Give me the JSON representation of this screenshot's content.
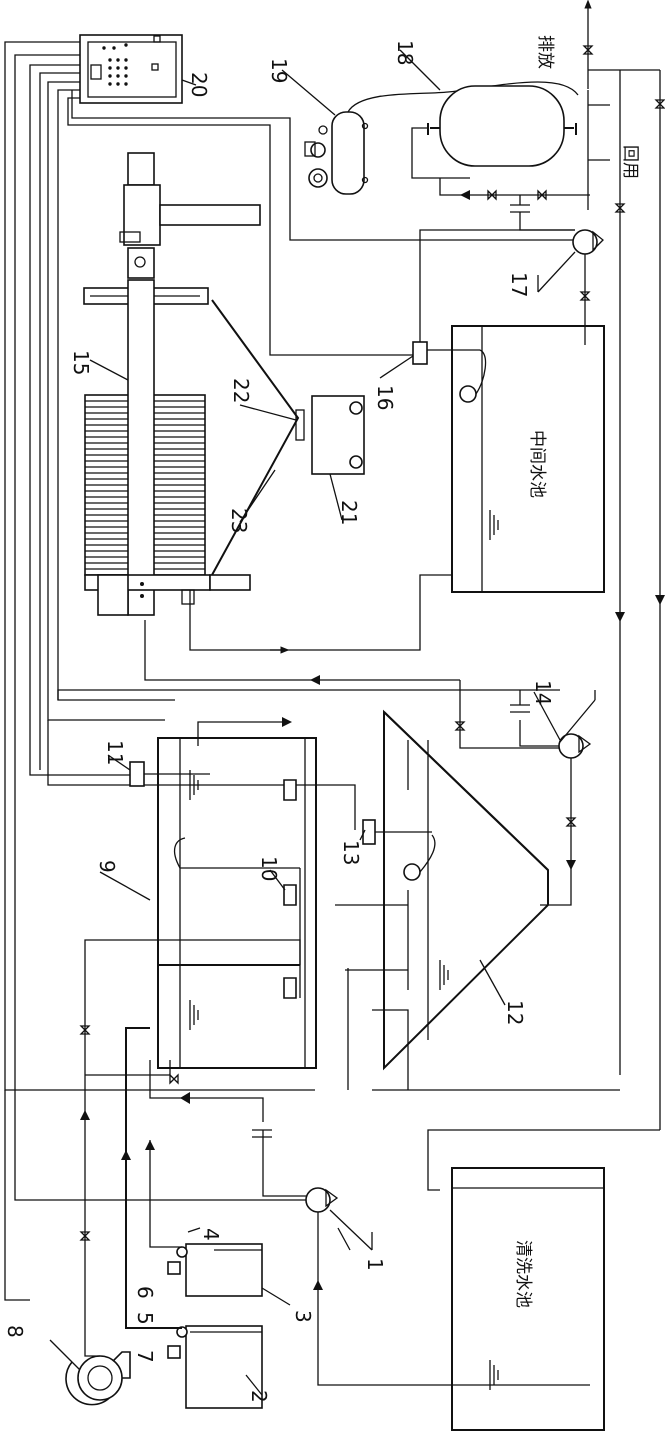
{
  "labels": {
    "n1": "1",
    "n2": "2",
    "n3": "3",
    "n4": "4",
    "n5": "5",
    "n6": "6",
    "n7": "7",
    "n8": "8",
    "n9": "9",
    "n10": "10",
    "n11": "11",
    "n12": "12",
    "n13": "13",
    "n14": "14",
    "n15": "15",
    "n16": "16",
    "n17": "17",
    "n18": "18",
    "n19": "19",
    "n20": "20",
    "n21": "21",
    "n22": "22",
    "n23": "23"
  },
  "text": {
    "exhaust": "排放",
    "reuse": "回用",
    "intermediate_pool": "中间水池",
    "wash_pool": "清洗水池"
  }
}
